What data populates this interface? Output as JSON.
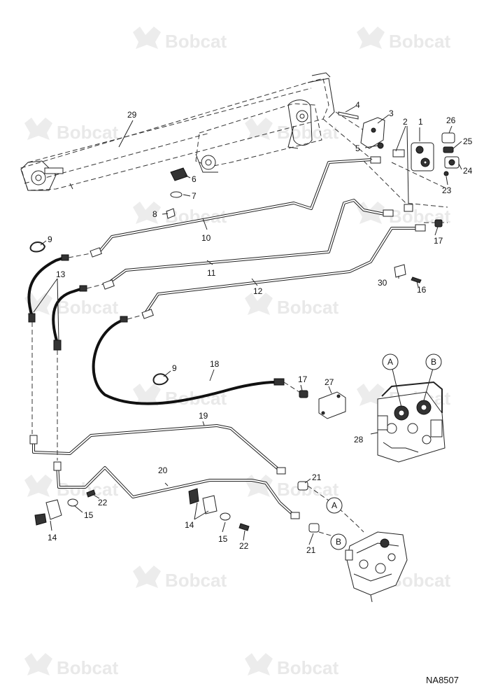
{
  "brand": {
    "watermark": "Bobcat"
  },
  "callouts": [
    {
      "id": "c1",
      "text": "1"
    },
    {
      "id": "c2",
      "text": "2"
    },
    {
      "id": "c3",
      "text": "3"
    },
    {
      "id": "c4",
      "text": "4"
    },
    {
      "id": "c5",
      "text": "5"
    },
    {
      "id": "c6",
      "text": "6"
    },
    {
      "id": "c7",
      "text": "7"
    },
    {
      "id": "c8",
      "text": "8"
    },
    {
      "id": "c9a",
      "text": "9"
    },
    {
      "id": "c9b",
      "text": "9"
    },
    {
      "id": "c10",
      "text": "10"
    },
    {
      "id": "c11",
      "text": "11"
    },
    {
      "id": "c12",
      "text": "12"
    },
    {
      "id": "c13",
      "text": "13"
    },
    {
      "id": "c14a",
      "text": "14"
    },
    {
      "id": "c14b",
      "text": "14"
    },
    {
      "id": "c15a",
      "text": "15"
    },
    {
      "id": "c15b",
      "text": "15"
    },
    {
      "id": "c16",
      "text": "16"
    },
    {
      "id": "c17a",
      "text": "17"
    },
    {
      "id": "c17b",
      "text": "17"
    },
    {
      "id": "c18",
      "text": "18"
    },
    {
      "id": "c19",
      "text": "19"
    },
    {
      "id": "c20",
      "text": "20"
    },
    {
      "id": "c21a",
      "text": "21"
    },
    {
      "id": "c21b",
      "text": "21"
    },
    {
      "id": "c22a",
      "text": "22"
    },
    {
      "id": "c22b",
      "text": "22"
    },
    {
      "id": "c23",
      "text": "23"
    },
    {
      "id": "c24",
      "text": "24"
    },
    {
      "id": "c25",
      "text": "25"
    },
    {
      "id": "c26",
      "text": "26"
    },
    {
      "id": "c27",
      "text": "27"
    },
    {
      "id": "c28",
      "text": "28"
    },
    {
      "id": "c29",
      "text": "29"
    },
    {
      "id": "c30",
      "text": "30"
    }
  ],
  "port_markers": [
    {
      "id": "pa1",
      "text": "A"
    },
    {
      "id": "pb1",
      "text": "B"
    },
    {
      "id": "pa2",
      "text": "A"
    },
    {
      "id": "pb2",
      "text": "B"
    }
  ],
  "figure_code": "NA8507"
}
